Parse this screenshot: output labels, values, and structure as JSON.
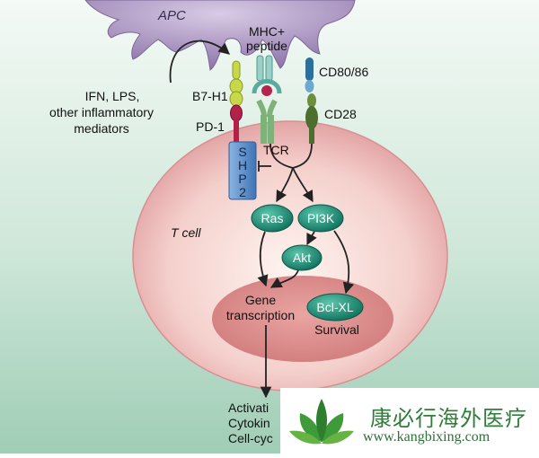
{
  "labels": {
    "apc": "APC",
    "mhc_peptide_line1": "MHC+",
    "mhc_peptide_line2": "peptide",
    "cd80_86": "CD80/86",
    "ifn_line1": "IFN, LPS,",
    "ifn_line2": "other inflammatory",
    "ifn_line3": "mediators",
    "b7_h1": "B7-H1",
    "pd1": "PD-1",
    "cd28": "CD28",
    "tcr": "TCR",
    "shp2_s": "S",
    "shp2_h": "H",
    "shp2_p": "P",
    "shp2_2": "2",
    "t_cell": "T cell",
    "ras": "Ras",
    "pi3k": "PI3K",
    "akt": "Akt",
    "gene_line1": "Gene",
    "gene_line2": "transcription",
    "bclxl": "Bcl-XL",
    "survival": "Survival",
    "out_line1": "Activati",
    "out_line2": "Cytokin",
    "out_line3": "Cell-cyc"
  },
  "watermark": {
    "name": "康必行海外医疗",
    "url": "www.kangbixing.com"
  },
  "colors": {
    "background_top": "#f4faf6",
    "background_bottom": "#9fcdb6",
    "apc": "#9a83b3",
    "cell": "#f3c5c3",
    "nucleus": "#df8e8d",
    "node": "#1d8f77",
    "shp2": "#5b8fc9",
    "pd1": "#b2214a",
    "b7h1": "#c7d94a",
    "cd28": "#4d6e2f",
    "cd80": "#2b6f9a",
    "tcr": "#7fb27a"
  }
}
